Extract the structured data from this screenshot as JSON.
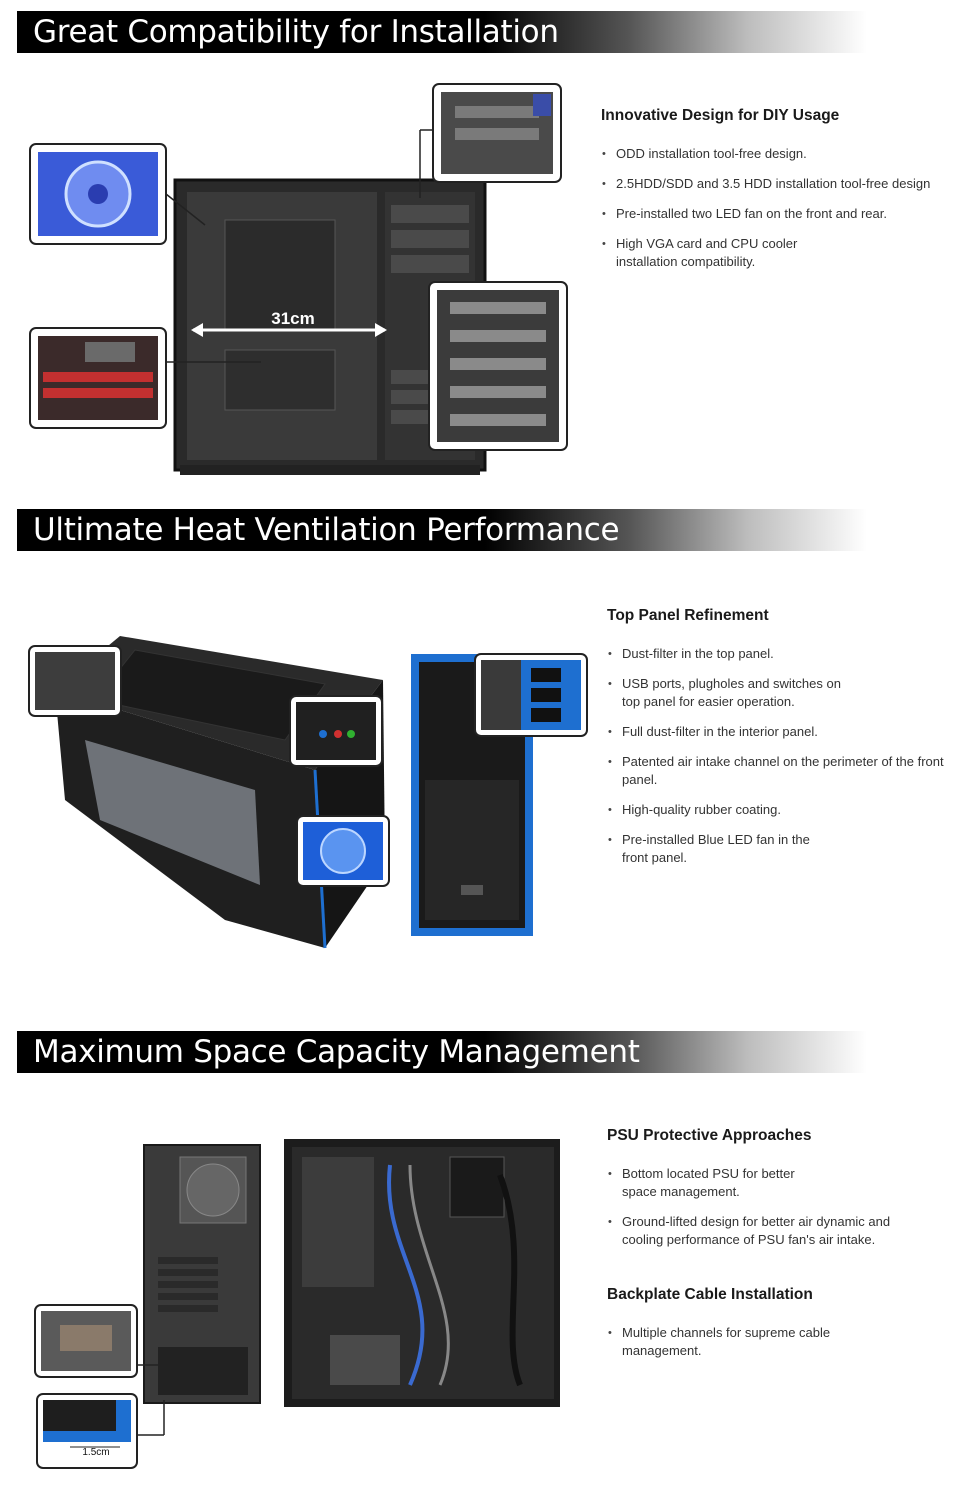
{
  "sections": [
    {
      "title": "Great Compatibility for Installation",
      "blocks": [
        {
          "heading": "Innovative Design for DIY Usage",
          "items": [
            "ODD installation tool-free design.",
            "2.5HDD/SDD and 3.5 HDD installation tool-free design",
            "Pre-installed two LED fan on the front and rear.",
            "High VGA card and CPU cooler installation compatibility."
          ]
        }
      ],
      "figure": {
        "measure_label": "31cm"
      }
    },
    {
      "title": "Ultimate Heat Ventilation Performance",
      "blocks": [
        {
          "heading": "Top Panel Refinement",
          "items": [
            "Dust-filter in the top panel.",
            "USB ports, plugholes and switches on top panel for easier operation.",
            "Full dust-filter in the interior panel.",
            "Patented air intake channel on the perimeter of the front panel.",
            "High-quality rubber coating.",
            "Pre-installed Blue LED fan in the front panel."
          ]
        }
      ]
    },
    {
      "title": "Maximum Space Capacity Management",
      "blocks": [
        {
          "heading": "PSU Protective Approaches",
          "items": [
            "Bottom located PSU for better space management.",
            "Ground-lifted design for better air dynamic and cooling performance of PSU fan's air intake."
          ]
        },
        {
          "heading": "Backplate Cable Installation",
          "items": [
            "Multiple channels for supreme cable management."
          ]
        }
      ],
      "figure": {
        "measure_label": "1.5cm"
      }
    }
  ],
  "colors": {
    "banner": "#000000",
    "accent_blue": "#1e6fd0",
    "case_black": "#1b1b1b"
  }
}
